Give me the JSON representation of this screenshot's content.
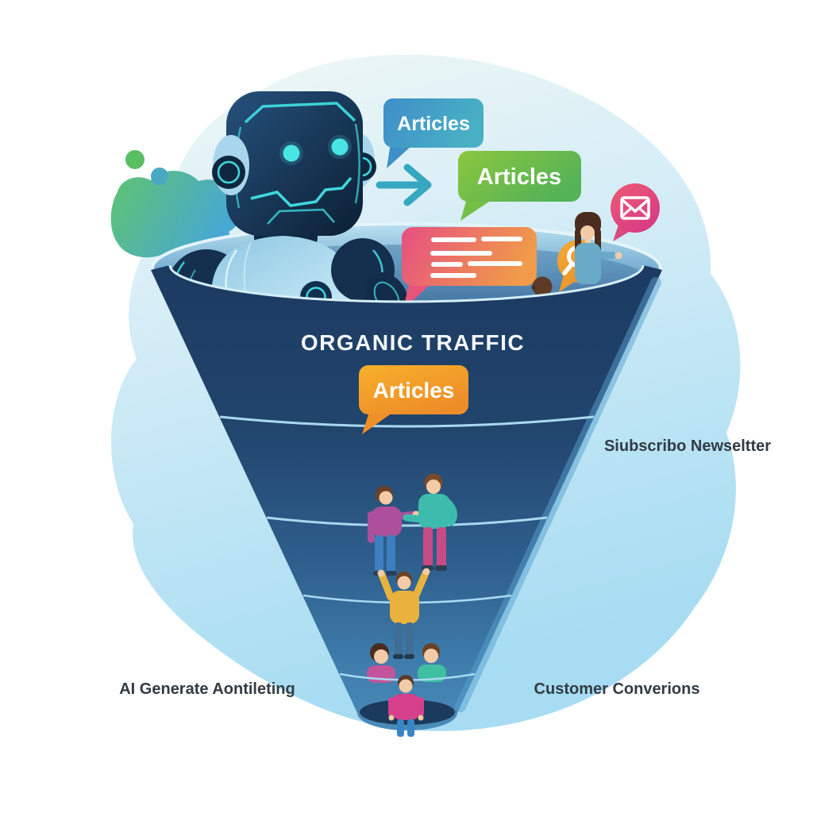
{
  "funnel": {
    "title": "ORGANIC TRAFFIC",
    "article_bubble": "Articles"
  },
  "bubbles": {
    "blue_article": "Articles",
    "green_article": "Articles"
  },
  "captions": {
    "subscribe": "Siubscribo Newseltter",
    "ai_generate": "AI Generate Aontileting",
    "conversions": "Customer Converions"
  },
  "icons": {
    "arrow": "arrow-right-icon",
    "search": "search-icon",
    "email": "email-icon",
    "chat_text": "chat-text-icon"
  },
  "colors": {
    "funnel_dark_navy": "#1c3a61",
    "funnel_light_blue": "#4a8cba",
    "background_blob": "#bce4f4",
    "bubble_blue": "#3e8ec9",
    "bubble_green": "#6bbf4a",
    "bubble_orange": "#f29b2e",
    "chat_bubble_pink": "#e64f82",
    "chat_bubble_orange": "#f09a4a",
    "email_pink": "#dd4379",
    "search_orange": "#efa031",
    "robot_accent_cyan": "#3fd9de",
    "splash_green": "#5fc46e",
    "splash_blue": "#47a7d7",
    "caption_text": "#313b44"
  }
}
